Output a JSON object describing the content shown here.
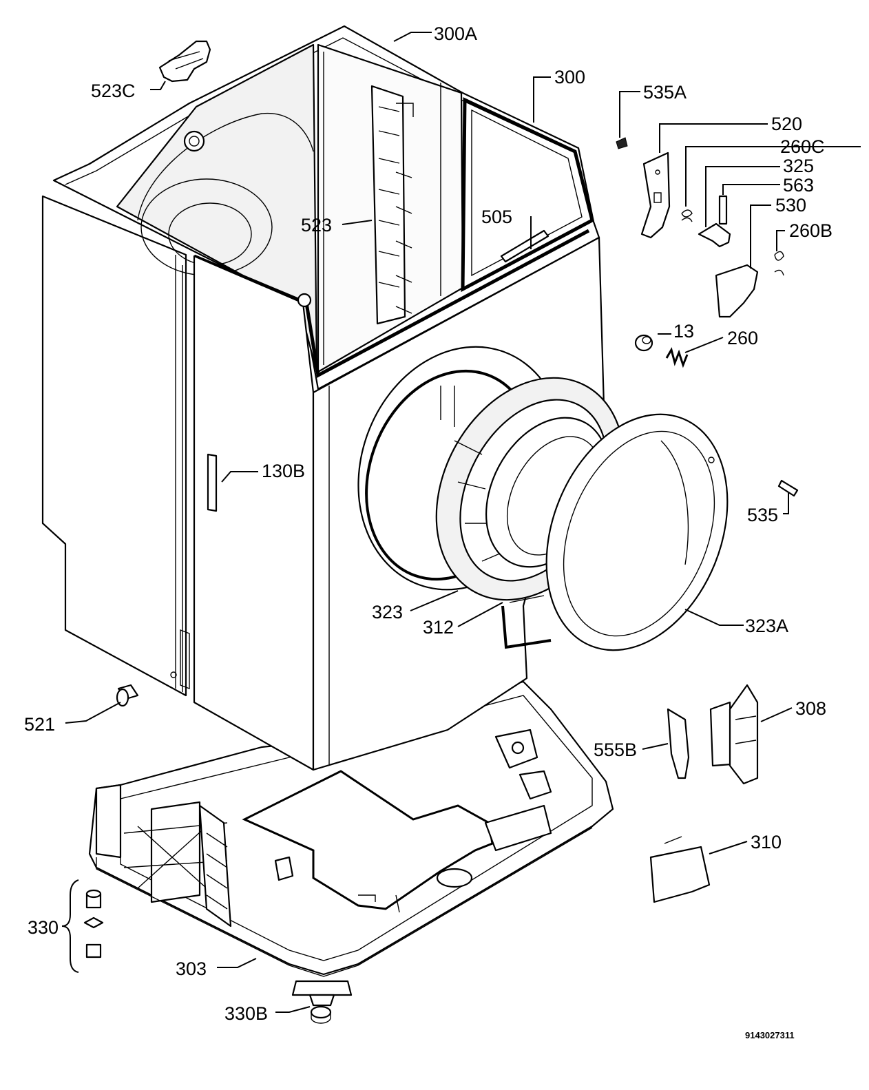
{
  "diagram": {
    "labels": {
      "l300A": "300A",
      "l300": "300",
      "l523C": "523C",
      "l535A": "535A",
      "l520": "520",
      "l260C": "260C",
      "l325": "325",
      "l563": "563",
      "l530": "530",
      "l260B": "260B",
      "l505": "505",
      "l523": "523",
      "l13": "13",
      "l260": "260",
      "l130B": "130B",
      "l535": "535",
      "l323": "323",
      "l312": "312",
      "l323A": "323A",
      "l521": "521",
      "l308": "308",
      "l555B": "555B",
      "l310": "310",
      "l330": "330",
      "l303": "303",
      "l330B": "330B"
    },
    "code": "9143027311"
  }
}
